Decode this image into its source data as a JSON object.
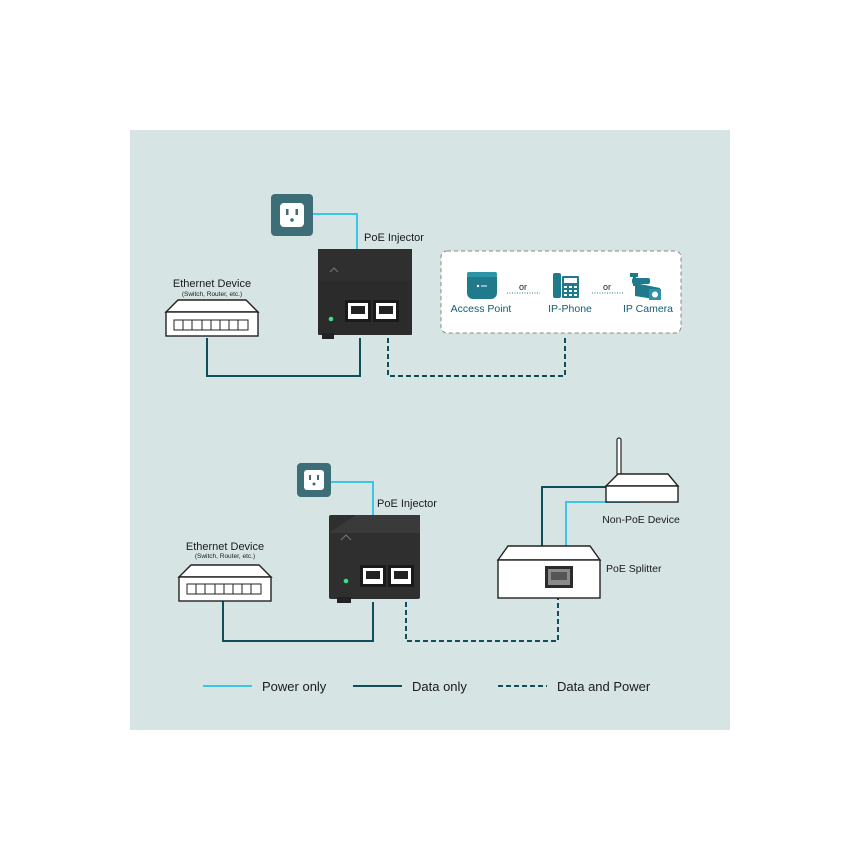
{
  "colors": {
    "panel_bg": "#d6e4e4",
    "power_line": "#3cc6e6",
    "data_line": "#0f4f5c",
    "teal_text": "#12606e",
    "injector_body": "#2b2b2b",
    "outlet_bg": "#3d6e78"
  },
  "top": {
    "injector_label": "PoE Injector",
    "ethernet_title": "Ethernet Device",
    "ethernet_sub": "(Switch, Router, etc.)",
    "devices": [
      {
        "label": "Access Point",
        "icon": "access-point-icon"
      },
      {
        "label": "IP-Phone",
        "icon": "ip-phone-icon"
      },
      {
        "label": "IP Camera",
        "icon": "ip-camera-icon"
      }
    ],
    "or_label": "or"
  },
  "bottom": {
    "injector_label": "PoE Injector",
    "ethernet_title": "Ethernet Device",
    "ethernet_sub": "(Switch, Router, etc.)",
    "non_poe_label": "Non-PoE Device",
    "splitter_label": "PoE Splitter"
  },
  "legend": {
    "power_only": "Power only",
    "data_only": "Data only",
    "data_and_power": "Data and Power"
  }
}
